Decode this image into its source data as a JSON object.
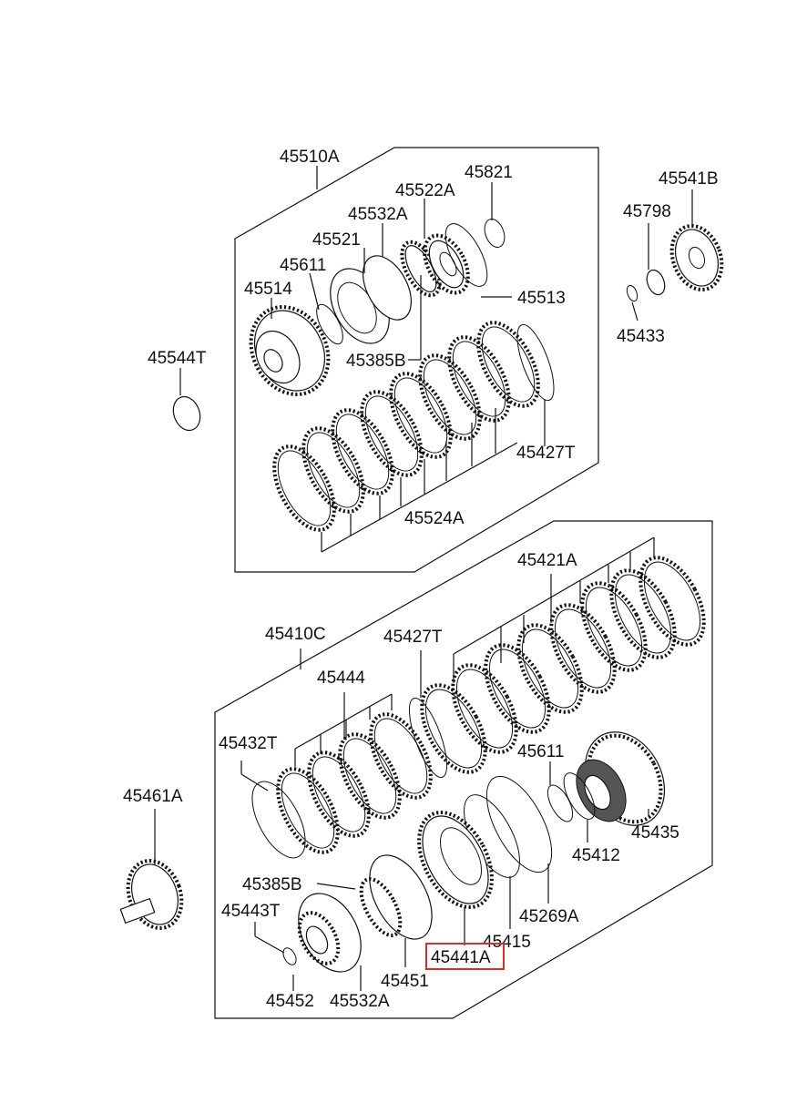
{
  "diagram": {
    "highlight_color": "#d0312d",
    "groups": [
      {
        "id": "upper",
        "label": "45510A"
      },
      {
        "id": "lower",
        "label": "45410C"
      }
    ],
    "labels": {
      "l45510A": "45510A",
      "l45821": "45821",
      "l45522A": "45522A",
      "l45532A_top": "45532A",
      "l45521": "45521",
      "l45611_top": "45611",
      "l45514": "45514",
      "l45513": "45513",
      "l45385B_top": "45385B",
      "l45427T_top": "45427T",
      "l45524A": "45524A",
      "l45544T": "45544T",
      "l45541B": "45541B",
      "l45798": "45798",
      "l45433": "45433",
      "l45410C": "45410C",
      "l45421A": "45421A",
      "l45427T_low": "45427T",
      "l45444": "45444",
      "l45432T": "45432T",
      "l45611_low": "45611",
      "l45435": "45435",
      "l45412": "45412",
      "l45461A": "45461A",
      "l45385B_low": "45385B",
      "l45443T": "45443T",
      "l45269A": "45269A",
      "l45415": "45415",
      "l45441A": "45441A",
      "l45451": "45451",
      "l45452": "45452",
      "l45532A_low": "45532A"
    }
  }
}
